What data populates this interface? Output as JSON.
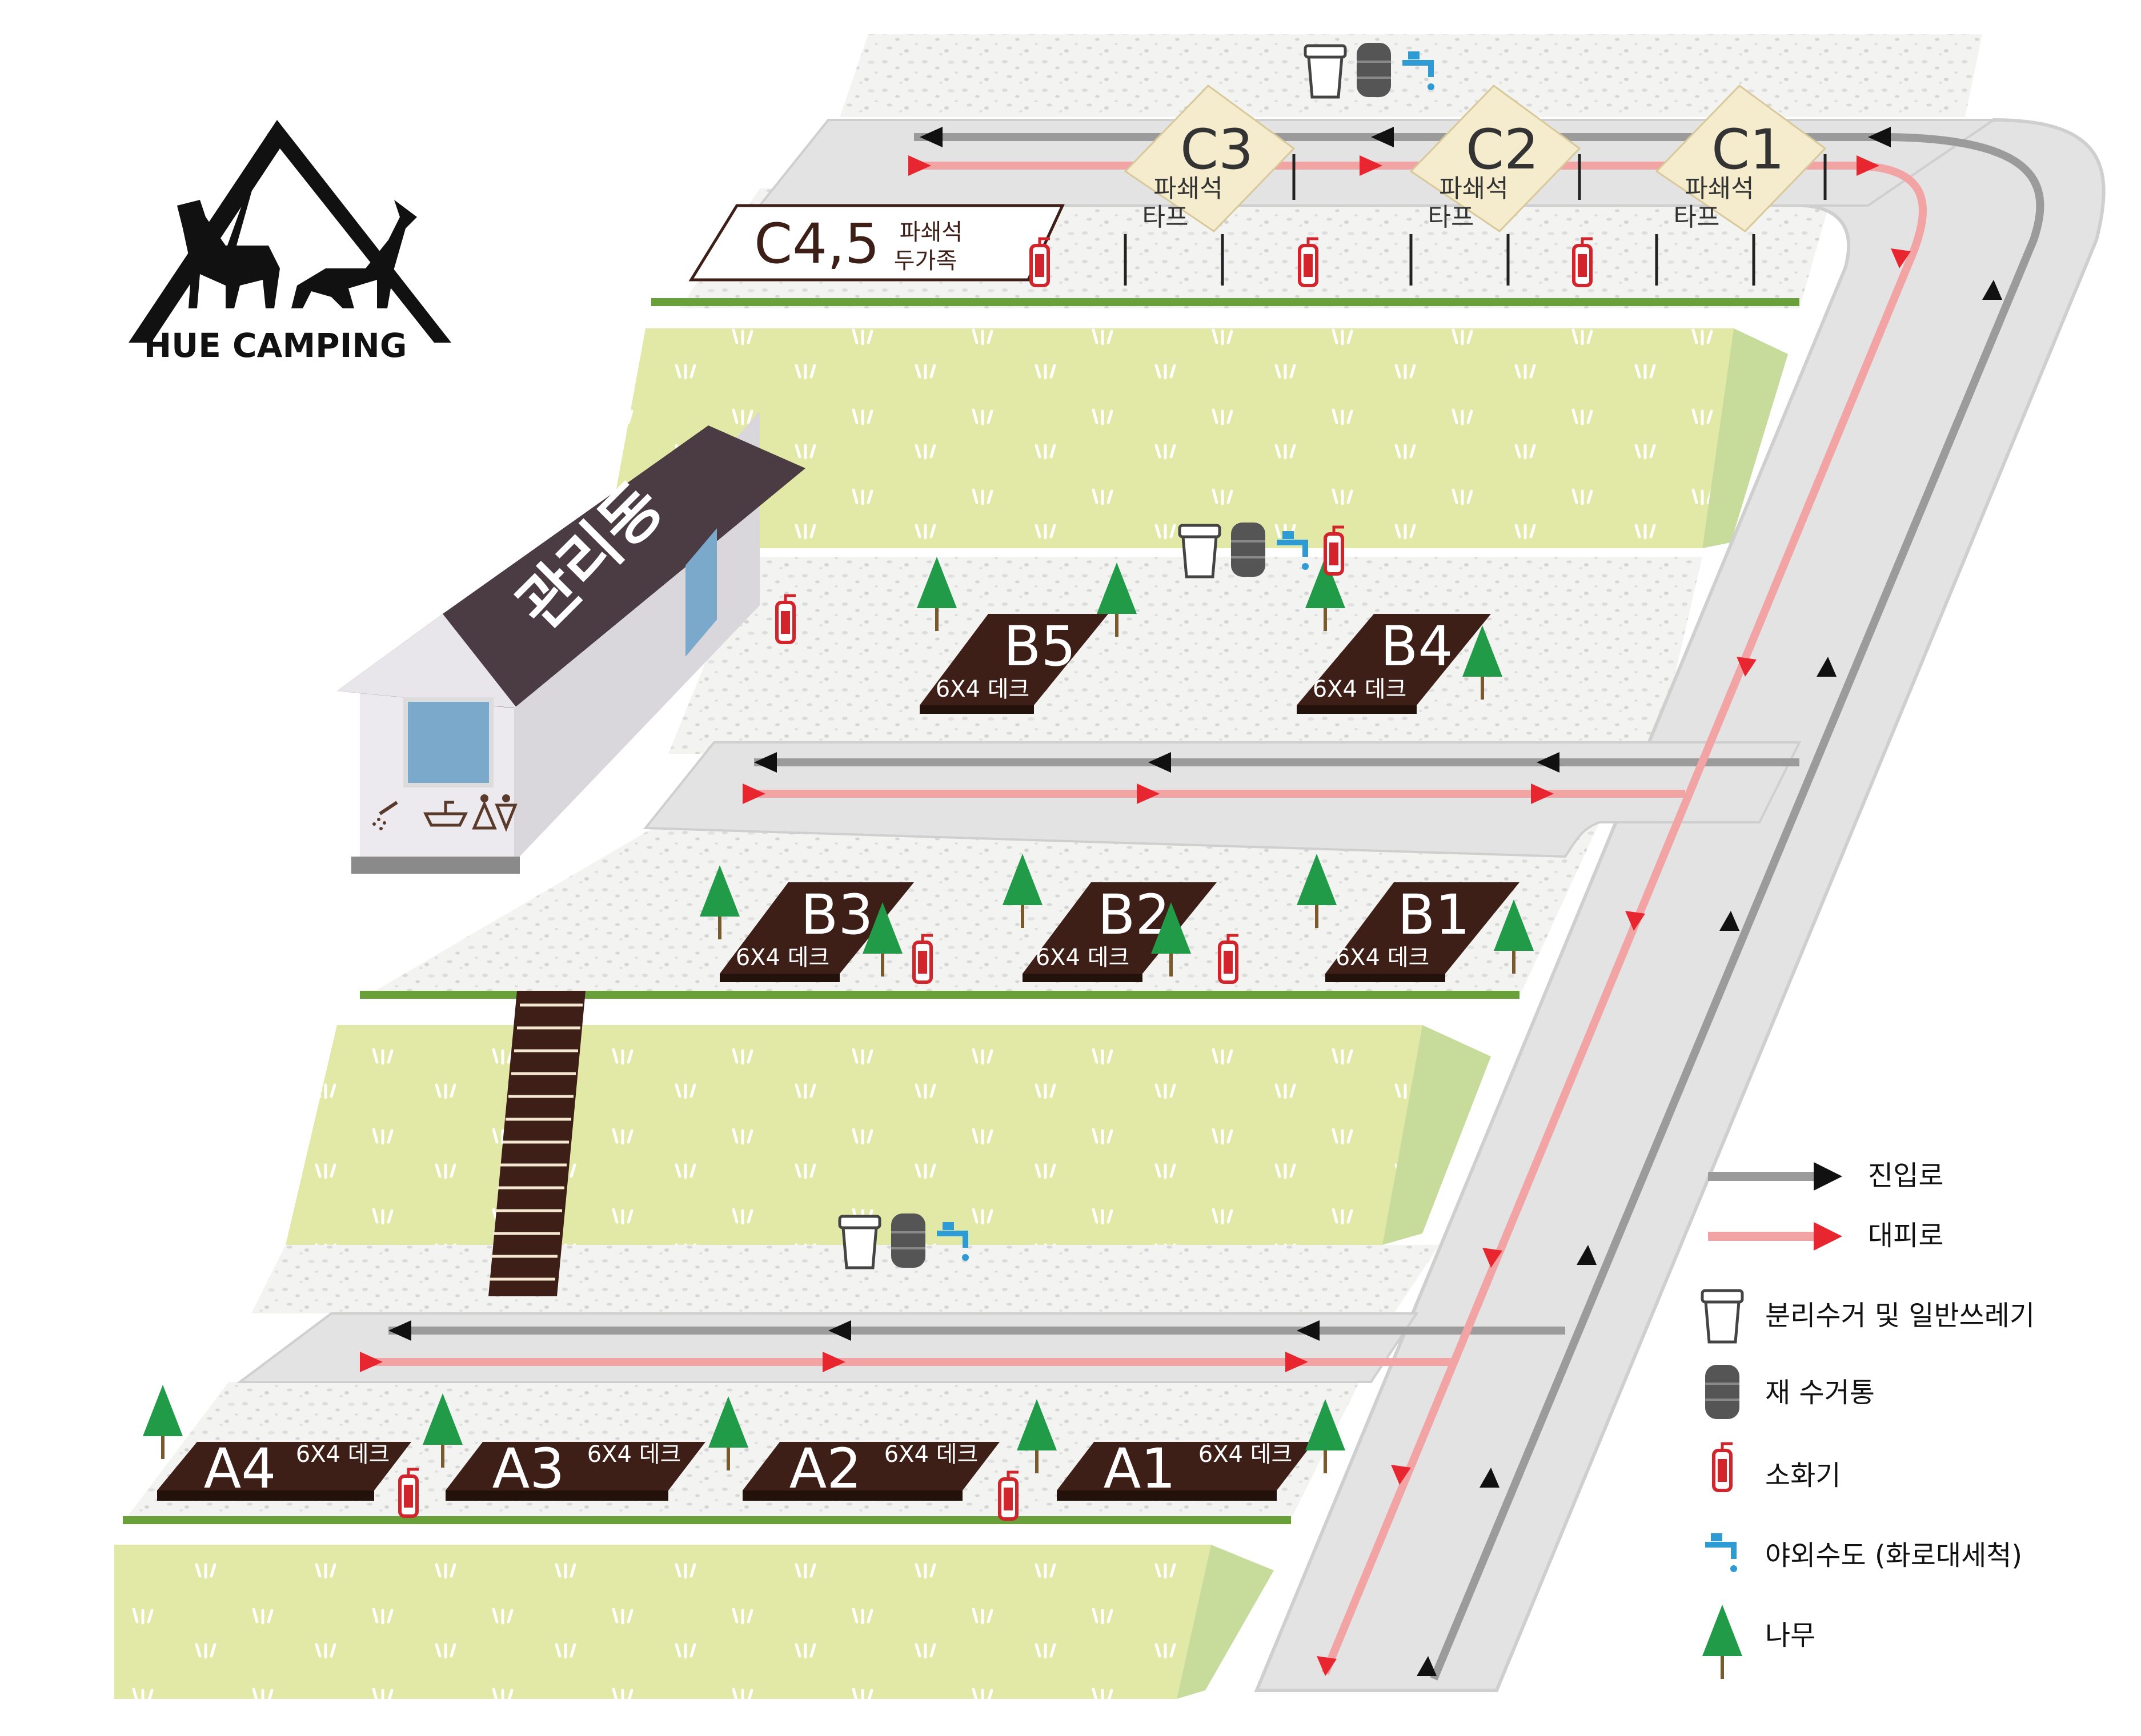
{
  "brand": {
    "name": "HUE CAMPING"
  },
  "building": {
    "name": "관리동"
  },
  "sites": {
    "C1": {
      "code": "C1",
      "type_line1": "파쇄석",
      "type_line2": "타프"
    },
    "C2": {
      "code": "C2",
      "type_line1": "파쇄석",
      "type_line2": "타프"
    },
    "C3": {
      "code": "C3",
      "type_line1": "파쇄석",
      "type_line2": "타프"
    },
    "C45": {
      "code": "C4,5",
      "type_line1": "파쇄석",
      "type_line2": "두가족"
    },
    "B1": {
      "code": "B1",
      "deck": "6X4 데크"
    },
    "B2": {
      "code": "B2",
      "deck": "6X4 데크"
    },
    "B3": {
      "code": "B3",
      "deck": "6X4 데크"
    },
    "B4": {
      "code": "B4",
      "deck": "6X4 데크"
    },
    "B5": {
      "code": "B5",
      "deck": "6X4 데크"
    },
    "A1": {
      "code": "A1",
      "deck": "6X4 데크"
    },
    "A2": {
      "code": "A2",
      "deck": "6X4 데크"
    },
    "A3": {
      "code": "A3",
      "deck": "6X4 데크"
    },
    "A4": {
      "code": "A4",
      "deck": "6X4 데크"
    }
  },
  "legend": {
    "entry_road": "진입로",
    "evacuation_road": "대피로",
    "trash": "분리수거 및 일반쓰레기",
    "ash_bin": "재 수거통",
    "extinguisher": "소화기",
    "faucet": "야외수도 (화로대세척)",
    "tree": "나무"
  },
  "colors": {
    "entry_road": "#9b9b9b",
    "evacuation_road": "#f2a3a3",
    "arrow_red": "#e8262f",
    "grass": "#e2e9a6",
    "gravel": "#f0f0f0",
    "deck": "#3d1f17",
    "tarp": "#f5eccd",
    "tree": "#219b48",
    "roof": "#4a3c42"
  },
  "icons": [
    "logo-tent-wolves-icon",
    "trash-can-icon",
    "ash-bin-icon",
    "fire-extinguisher-icon",
    "water-faucet-icon",
    "tree-icon",
    "shower-icon",
    "sink-icon",
    "restroom-icon"
  ]
}
